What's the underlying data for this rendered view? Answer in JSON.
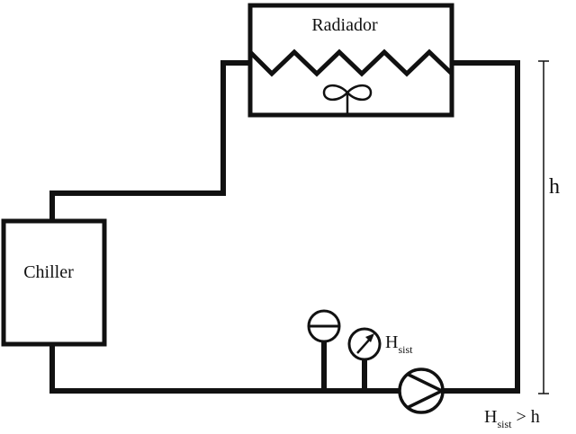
{
  "labels": {
    "radiator": "Radiador",
    "chiller": "Chiller",
    "height": "h",
    "pressure_main": "H",
    "pressure_sub": "sist",
    "condition_main": "H",
    "condition_sub": "sist",
    "condition_rest": " > h"
  }
}
